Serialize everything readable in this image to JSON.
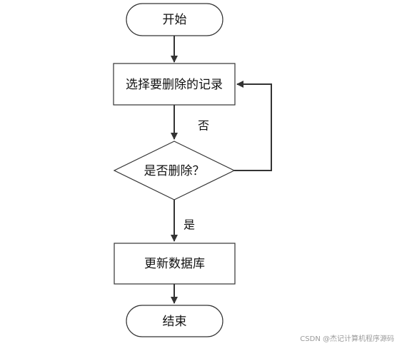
{
  "diagram": {
    "nodes": {
      "start": {
        "label": "开始"
      },
      "select": {
        "label": "选择要删除的记录"
      },
      "decision": {
        "label": "是否删除？"
      },
      "update": {
        "label": "更新数据库"
      },
      "end": {
        "label": "结束"
      }
    },
    "edges": {
      "no_label": "否",
      "yes_label": "是"
    }
  },
  "watermark": {
    "text": "CSDN @杰记计算机程序源码"
  },
  "colors": {
    "stroke": "#333333",
    "fill": "#ffffff",
    "text": "#111111"
  }
}
